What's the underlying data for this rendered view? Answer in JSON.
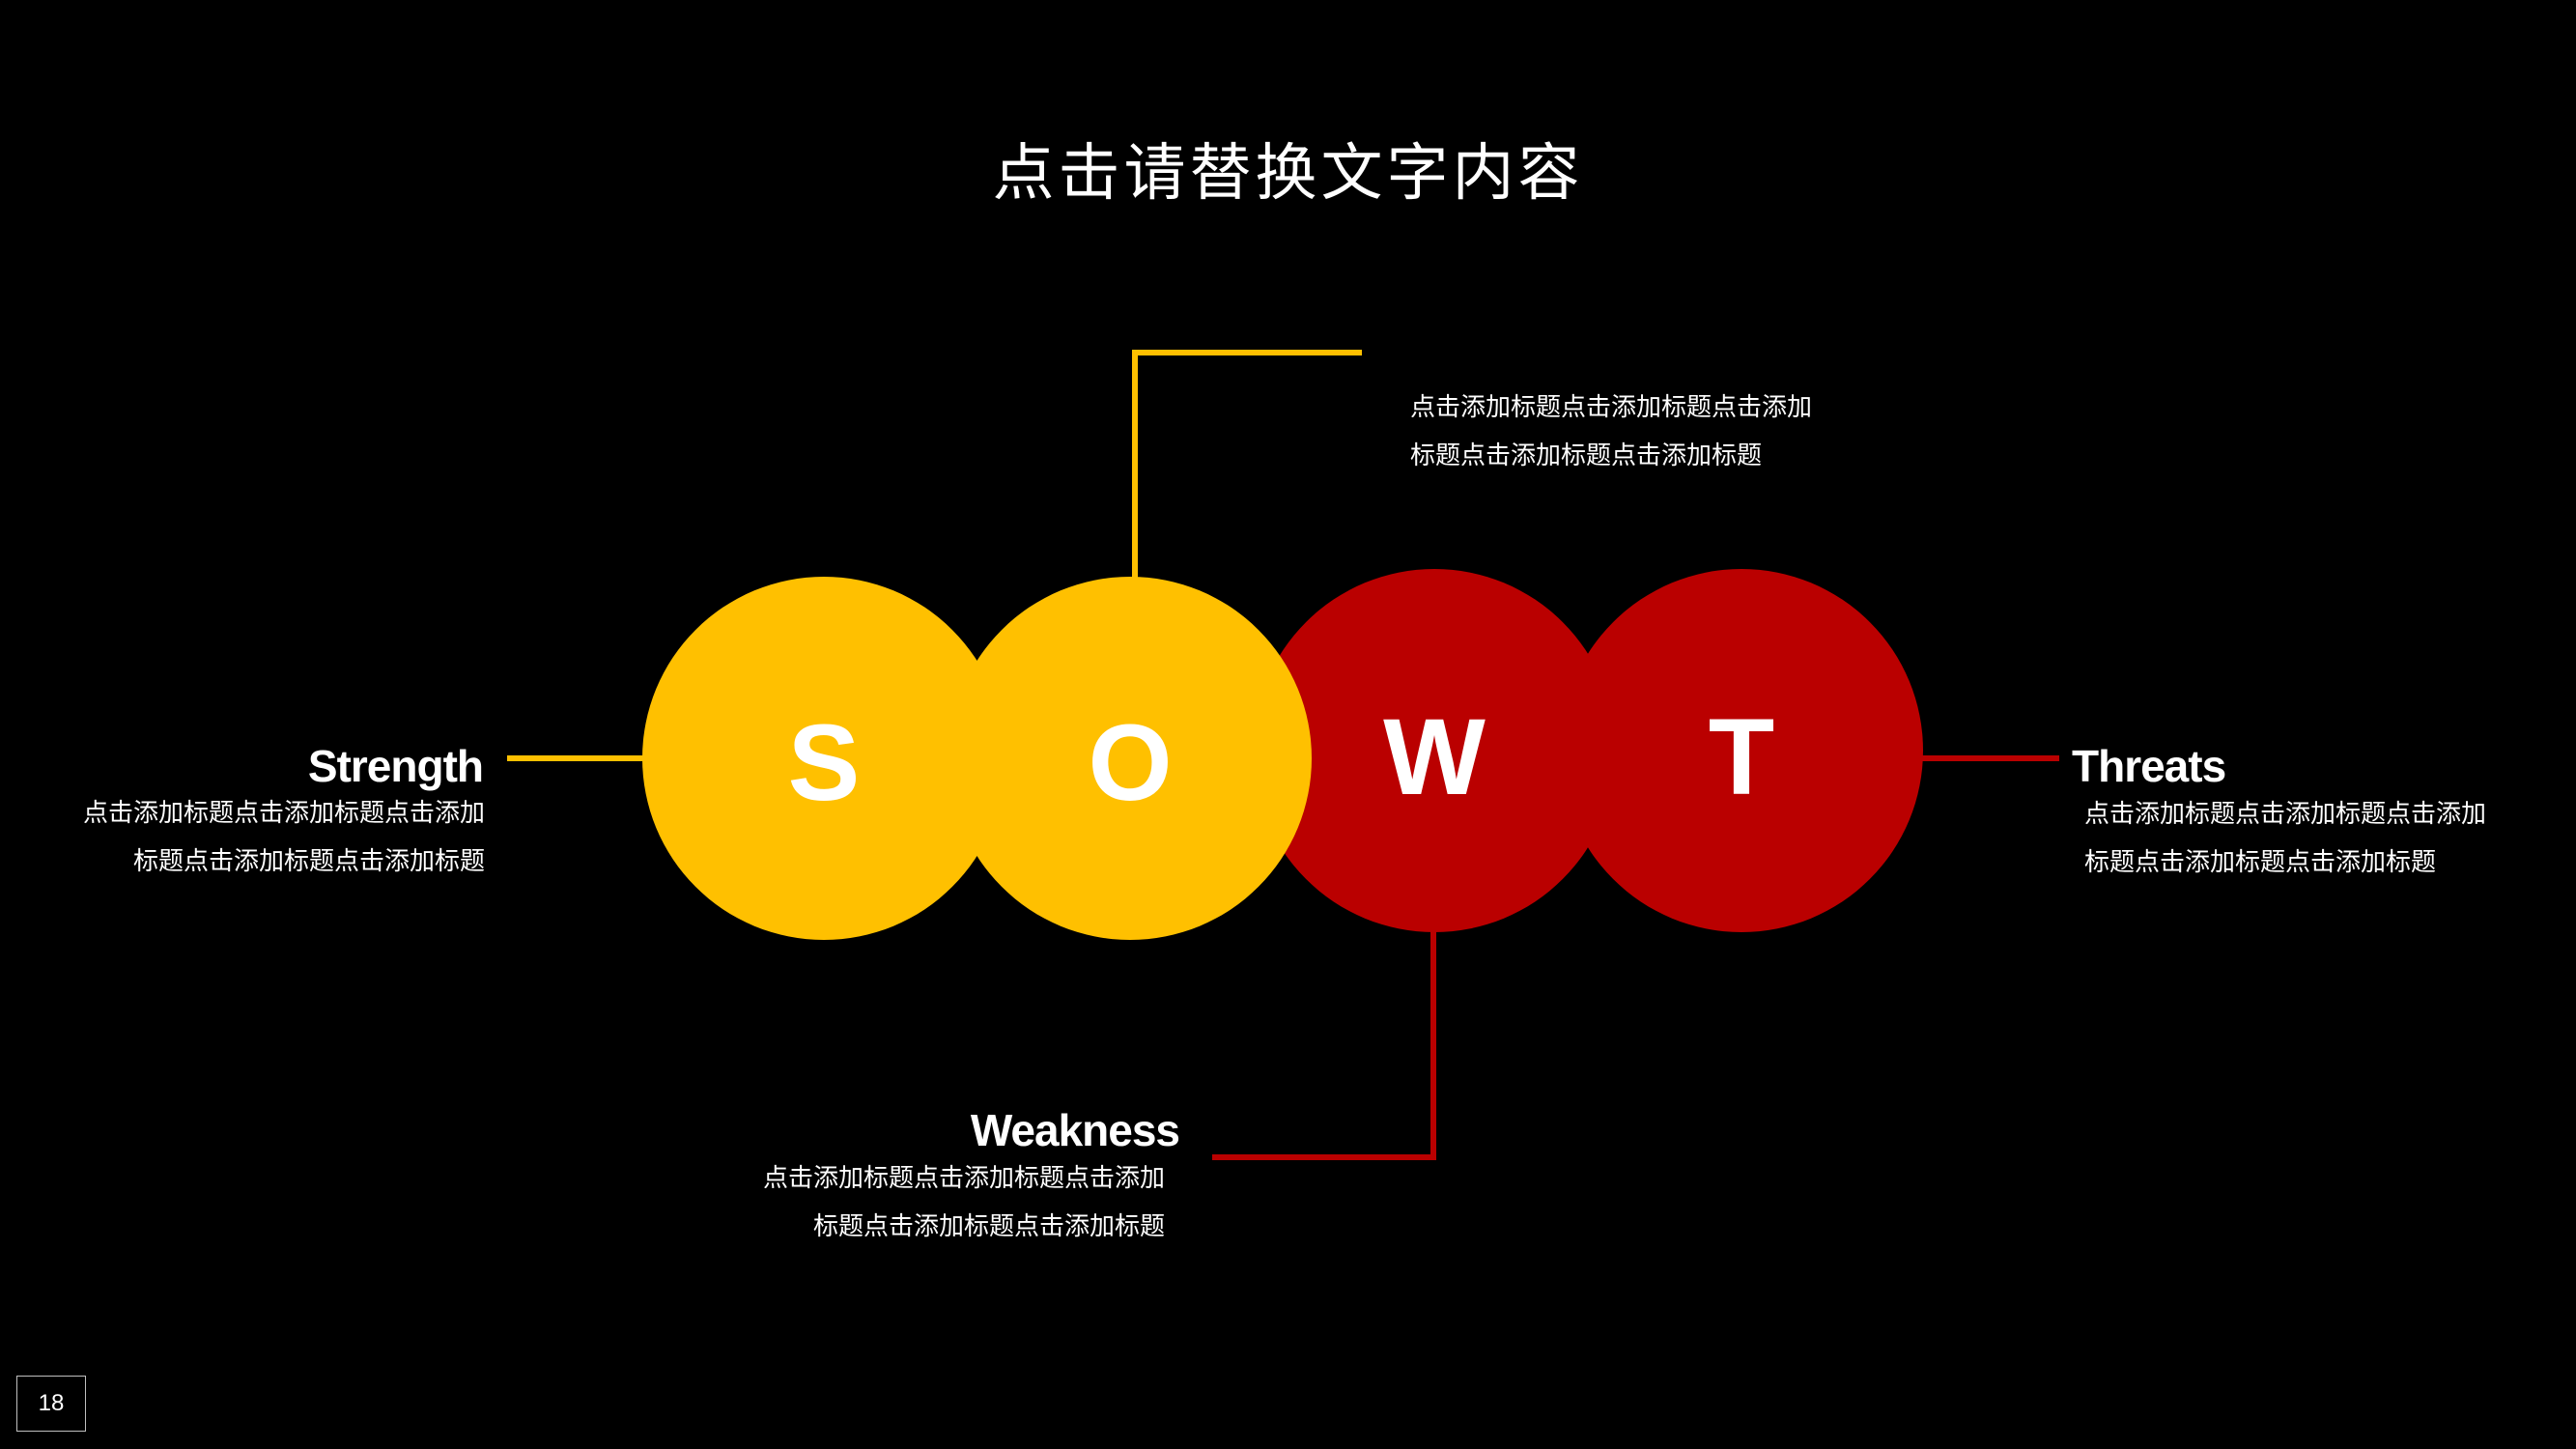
{
  "title": "点击请替换文字内容",
  "colors": {
    "background": "#000000",
    "yellow": "#FFC000",
    "red": "#BA0000",
    "text": "#FFFFFF"
  },
  "swot": {
    "letters": {
      "s": "S",
      "o": "O",
      "w": "W",
      "t": "T"
    },
    "strength": {
      "title": "Strength",
      "desc": "点击添加标题点击添加标题点击添加标题点击添加标题点击添加标题"
    },
    "opportunity": {
      "desc": "点击添加标题点击添加标题点击添加标题点击添加标题点击添加标题"
    },
    "weakness": {
      "title": "Weakness",
      "desc": "点击添加标题点击添加标题点击添加标题点击添加标题点击添加标题"
    },
    "threats": {
      "title": "Threats",
      "desc": "点击添加标题点击添加标题点击添加标题点击添加标题点击添加标题"
    }
  },
  "page_number": "18"
}
